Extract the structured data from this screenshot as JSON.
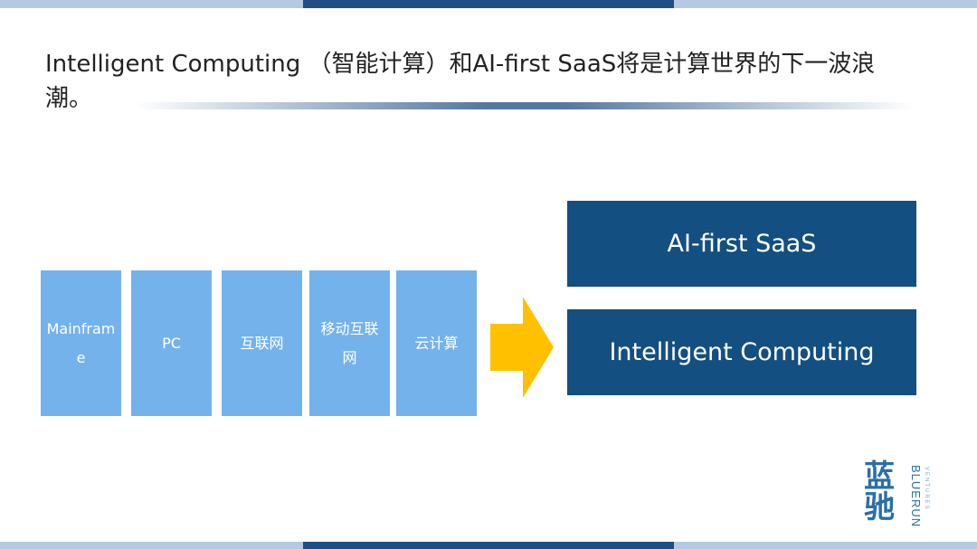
{
  "slide": {
    "title": "Intelligent Computing （智能计算）和AI-first SaaS将是计算世界的下一波浪潮。"
  },
  "eras": [
    {
      "label": "Mainframe"
    },
    {
      "label": "PC"
    },
    {
      "label": "互联网"
    },
    {
      "label": "移动互联网"
    },
    {
      "label": "云计算"
    }
  ],
  "arrow": {
    "icon": "right-arrow-icon",
    "color": "#ffc000"
  },
  "future": {
    "top_label": "AI-first SaaS",
    "bottom_label": "Intelligent Computing"
  },
  "logo": {
    "chinese": "蓝驰",
    "english": "BLUERUN",
    "sub": "VENTURES"
  },
  "colors": {
    "accent_dark": "#134f80",
    "era_box": "#74b2ec",
    "arrow": "#ffc000",
    "bar_dark": "#1f4e85",
    "bar_light": "#b6c9e3"
  }
}
